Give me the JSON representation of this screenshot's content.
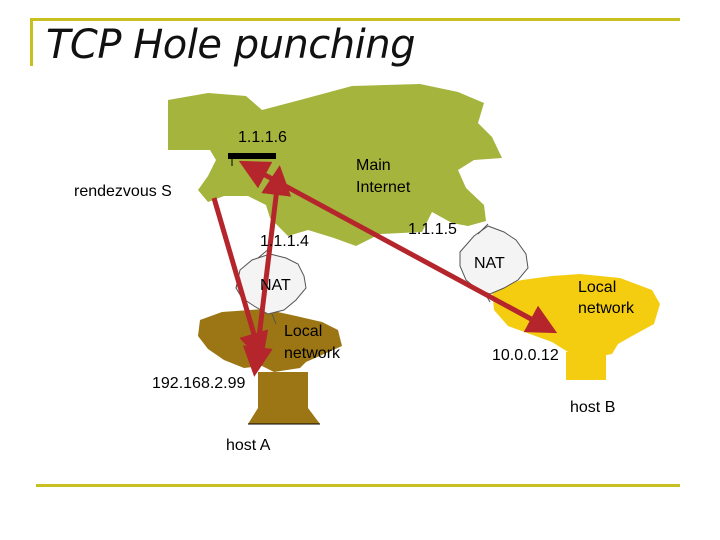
{
  "slide": {
    "title": "TCP Hole punching"
  },
  "diagram": {
    "labels": {
      "server_ip": "1.1.1.6",
      "rendezvous": "rendezvous S",
      "internet_line1": "Main",
      "internet_line2": "Internet",
      "nat_a_ip": "1.1.1.4",
      "nat_b_ip": "1.1.1.5",
      "nat_a": "NAT",
      "nat_b": "NAT",
      "local_a_line1": "Local",
      "local_a_line2": "network",
      "local_b_line1": "Local",
      "local_b_line2": "network",
      "host_a_ip": "192.168.2.99",
      "host_b_ip": "10.0.0.12",
      "host_a": "host A",
      "host_b": "host B"
    },
    "colors": {
      "internet_cloud": "#a4b43c",
      "local_network_a": "#9c7614",
      "local_network_b": "#f4cc10",
      "nat_box": "#f4f4f4",
      "arrows": "#b4262c",
      "frame": "#c8c020"
    }
  }
}
